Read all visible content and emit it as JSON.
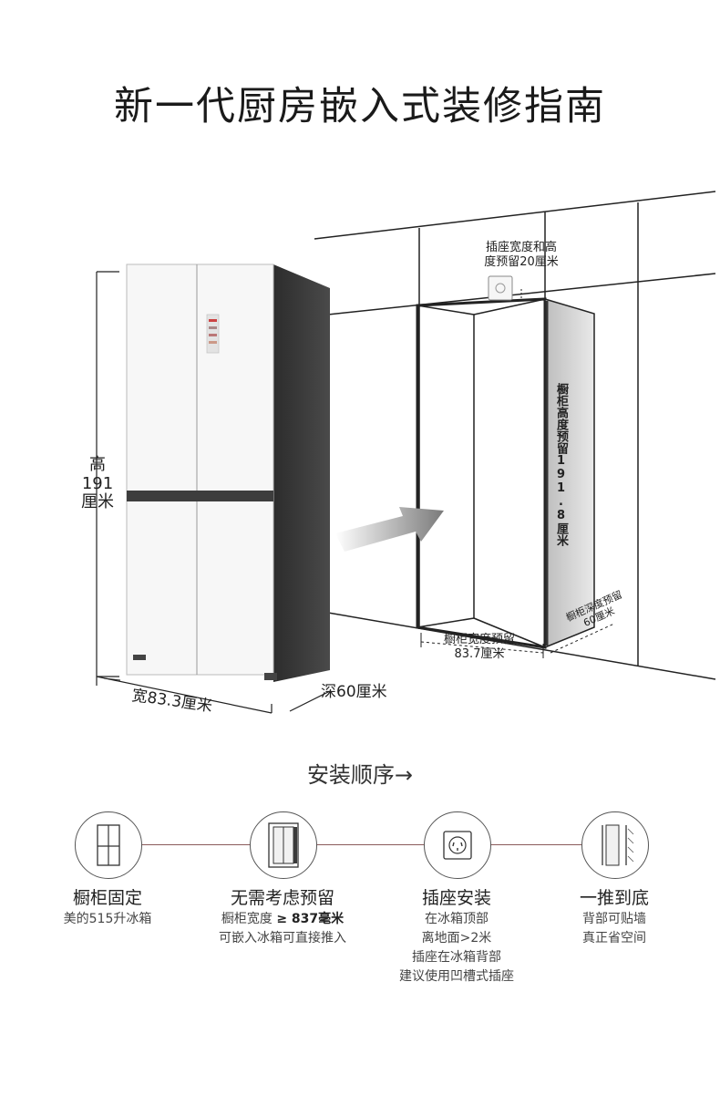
{
  "title": "新一代厨房嵌入式装修指南",
  "fridge_dims": {
    "height": [
      "高",
      "191",
      "厘米"
    ],
    "width": "宽83.3厘米",
    "depth": "深60厘米"
  },
  "cabinet_dims": {
    "socket_note": [
      "插座宽度和高",
      "度预留20厘米"
    ],
    "height_note": "橱柜高度预留191.8厘米",
    "width_note": [
      "橱柜宽度预留",
      "83.7厘米"
    ],
    "depth_note": [
      "橱柜深度预留",
      "60厘米"
    ]
  },
  "install": {
    "heading": "安装顺序→",
    "steps": [
      {
        "title": "橱柜固定",
        "lines": [
          "美的515升冰箱"
        ]
      },
      {
        "title": "无需考虑预留",
        "line1_prefix": "橱柜宽度 ",
        "line1_bold": "≥ 837毫米",
        "lines": [
          "可嵌入冰箱可直接推入"
        ]
      },
      {
        "title": "插座安装",
        "lines": [
          "在冰箱顶部",
          "离地面>2米",
          "插座在冰箱背部",
          "建议使用凹槽式插座"
        ]
      },
      {
        "title": "一推到底",
        "lines": [
          "背部可贴墙",
          "真正省空间"
        ]
      }
    ]
  },
  "colors": {
    "line": "#222222",
    "connector": "#8a5a5a",
    "fridge_side": "#3a3a3a"
  }
}
